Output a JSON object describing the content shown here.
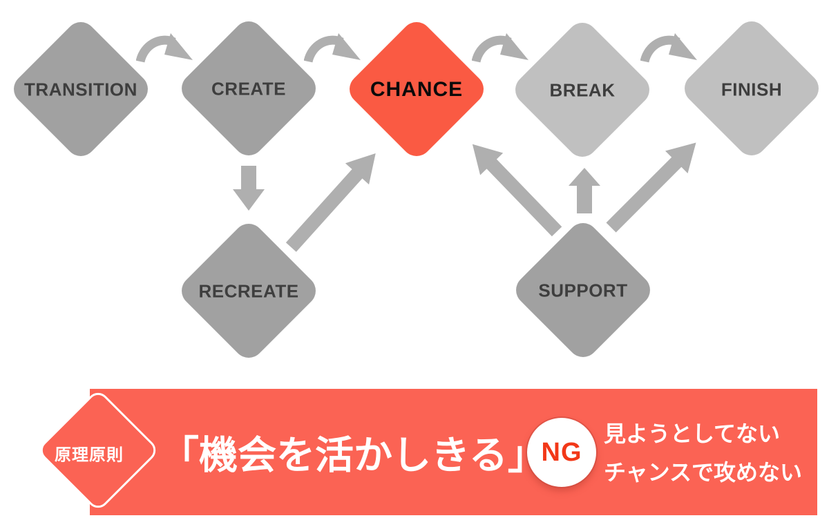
{
  "palette": {
    "node_gray_dark": "#A1A1A1",
    "node_gray_light": "#C0C0C0",
    "arrow_gray": "#AFAFAF",
    "node_label_dark": "#3E3E3E",
    "chance_red": "#FA5A43",
    "chance_label": "#0A0A0A",
    "banner_red": "#FB6354",
    "ng_red": "#F23818",
    "text_white": "#FFFFFF"
  },
  "flow": {
    "nodes": [
      {
        "id": "transition",
        "label": "TRANSITION",
        "variant": "gray-dark"
      },
      {
        "id": "create",
        "label": "CREATE",
        "variant": "gray-dark"
      },
      {
        "id": "chance",
        "label": "CHANCE",
        "variant": "red-highlight"
      },
      {
        "id": "break",
        "label": "BREAK",
        "variant": "gray-light"
      },
      {
        "id": "finish",
        "label": "FINISH",
        "variant": "gray-light"
      },
      {
        "id": "recreate",
        "label": "RECREATE",
        "variant": "gray-dark"
      },
      {
        "id": "support",
        "label": "SUPPORT",
        "variant": "gray-dark"
      }
    ],
    "edges": [
      {
        "from": "transition",
        "to": "create",
        "style": "curved"
      },
      {
        "from": "create",
        "to": "chance",
        "style": "curved"
      },
      {
        "from": "chance",
        "to": "break",
        "style": "curved"
      },
      {
        "from": "break",
        "to": "finish",
        "style": "curved"
      },
      {
        "from": "create",
        "to": "recreate",
        "style": "straight-down"
      },
      {
        "from": "recreate",
        "to": "chance",
        "style": "straight-diagonal-up"
      },
      {
        "from": "support",
        "to": "chance",
        "style": "straight-diagonal-up-left"
      },
      {
        "from": "support",
        "to": "break",
        "style": "straight-up"
      },
      {
        "from": "support",
        "to": "finish",
        "style": "straight-diagonal-up-right"
      }
    ]
  },
  "banner": {
    "tag_label": "原理原則",
    "headline": "「機会を活かしきる」",
    "ng_label": "NG",
    "ng_points": [
      "見ようとしてない",
      "チャンスで攻めない"
    ]
  }
}
